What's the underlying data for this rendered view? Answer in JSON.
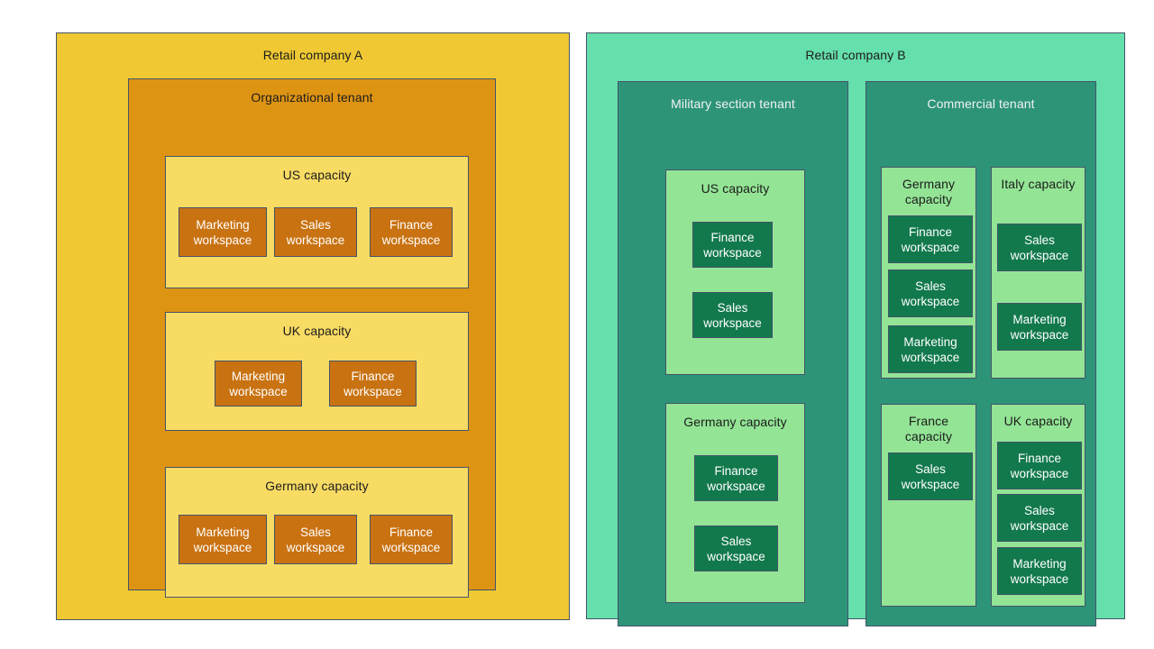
{
  "diagram": {
    "companies": [
      {
        "id": "company-a",
        "name": "Retail company A",
        "tenants": [
          {
            "id": "organizational-tenant",
            "name": "Organizational tenant",
            "capacities": [
              {
                "id": "us-capacity",
                "name": "US capacity",
                "workspaces": [
                  {
                    "name": "Marketing\nworkspace",
                    "line1": "Marketing",
                    "line2": "workspace"
                  },
                  {
                    "name": "Sales\nworkspace",
                    "line1": "Sales",
                    "line2": "workspace"
                  },
                  {
                    "name": "Finance\nworkspace",
                    "line1": "Finance",
                    "line2": "workspace"
                  }
                ]
              },
              {
                "id": "uk-capacity",
                "name": "UK capacity",
                "workspaces": [
                  {
                    "name": "Marketing\nworkspace",
                    "line1": "Marketing",
                    "line2": "workspace"
                  },
                  {
                    "name": "Finance\nworkspace",
                    "line1": "Finance",
                    "line2": "workspace"
                  }
                ]
              },
              {
                "id": "germany-capacity",
                "name": "Germany capacity",
                "workspaces": [
                  {
                    "name": "Marketing\nworkspace",
                    "line1": "Marketing",
                    "line2": "workspace"
                  },
                  {
                    "name": "Sales\nworkspace",
                    "line1": "Sales",
                    "line2": "workspace"
                  },
                  {
                    "name": "Finance\nworkspace",
                    "line1": "Finance",
                    "line2": "workspace"
                  }
                ]
              }
            ]
          }
        ]
      },
      {
        "id": "company-b",
        "name": "Retail company B",
        "tenants": [
          {
            "id": "military-section-tenant",
            "name": "Military section tenant",
            "capacities": [
              {
                "id": "us-capacity",
                "name": "US capacity",
                "workspaces": [
                  {
                    "name": "Finance\nworkspace",
                    "line1": "Finance",
                    "line2": "workspace"
                  },
                  {
                    "name": "Sales\nworkspace",
                    "line1": "Sales",
                    "line2": "workspace"
                  }
                ]
              },
              {
                "id": "germany-capacity",
                "name": "Germany capacity",
                "workspaces": [
                  {
                    "name": "Finance\nworkspace",
                    "line1": "Finance",
                    "line2": "workspace"
                  },
                  {
                    "name": "Sales\nworkspace",
                    "line1": "Sales",
                    "line2": "workspace"
                  }
                ]
              }
            ]
          },
          {
            "id": "commercial-tenant",
            "name": "Commercial tenant",
            "capacities": [
              {
                "id": "germany-capacity",
                "name": "Germany capacity",
                "name_line1": "Germany",
                "name_line2": "capacity",
                "workspaces": [
                  {
                    "name": "Finance\nworkspace",
                    "line1": "Finance",
                    "line2": "workspace"
                  },
                  {
                    "name": "Sales\nworkspace",
                    "line1": "Sales",
                    "line2": "workspace"
                  },
                  {
                    "name": "Marketing\nworkspace",
                    "line1": "Marketing",
                    "line2": "workspace"
                  }
                ]
              },
              {
                "id": "italy-capacity",
                "name": "Italy capacity",
                "workspaces": [
                  {
                    "name": "Sales\nworkspace",
                    "line1": "Sales",
                    "line2": "workspace"
                  },
                  {
                    "name": "Marketing\nworkspace",
                    "line1": "Marketing",
                    "line2": "workspace"
                  }
                ]
              },
              {
                "id": "france-capacity",
                "name": "France capacity",
                "name_line1": "France",
                "name_line2": "capacity",
                "workspaces": [
                  {
                    "name": "Sales\nworkspace",
                    "line1": "Sales",
                    "line2": "workspace"
                  }
                ]
              },
              {
                "id": "uk-capacity",
                "name": "UK capacity",
                "workspaces": [
                  {
                    "name": "Finance\nworkspace",
                    "line1": "Finance",
                    "line2": "workspace"
                  },
                  {
                    "name": "Sales\nworkspace",
                    "line1": "Sales",
                    "line2": "workspace"
                  },
                  {
                    "name": "Marketing\nworkspace",
                    "line1": "Marketing",
                    "line2": "workspace"
                  }
                ]
              }
            ]
          }
        ]
      }
    ]
  },
  "colors": {
    "company_a_bg": "#efc833",
    "tenant_a_bg": "#de9413",
    "capacity_a_bg": "#f8db63",
    "workspace_a_bg": "#c97211",
    "company_b_bg": "#65dfab",
    "tenant_b_bg": "#2d9478",
    "capacity_b_bg": "#93e495",
    "workspace_b_bg": "#12794d",
    "border": "#44546a",
    "label_dark": "#1c1c1c",
    "label_light": "#f2f2f2"
  }
}
